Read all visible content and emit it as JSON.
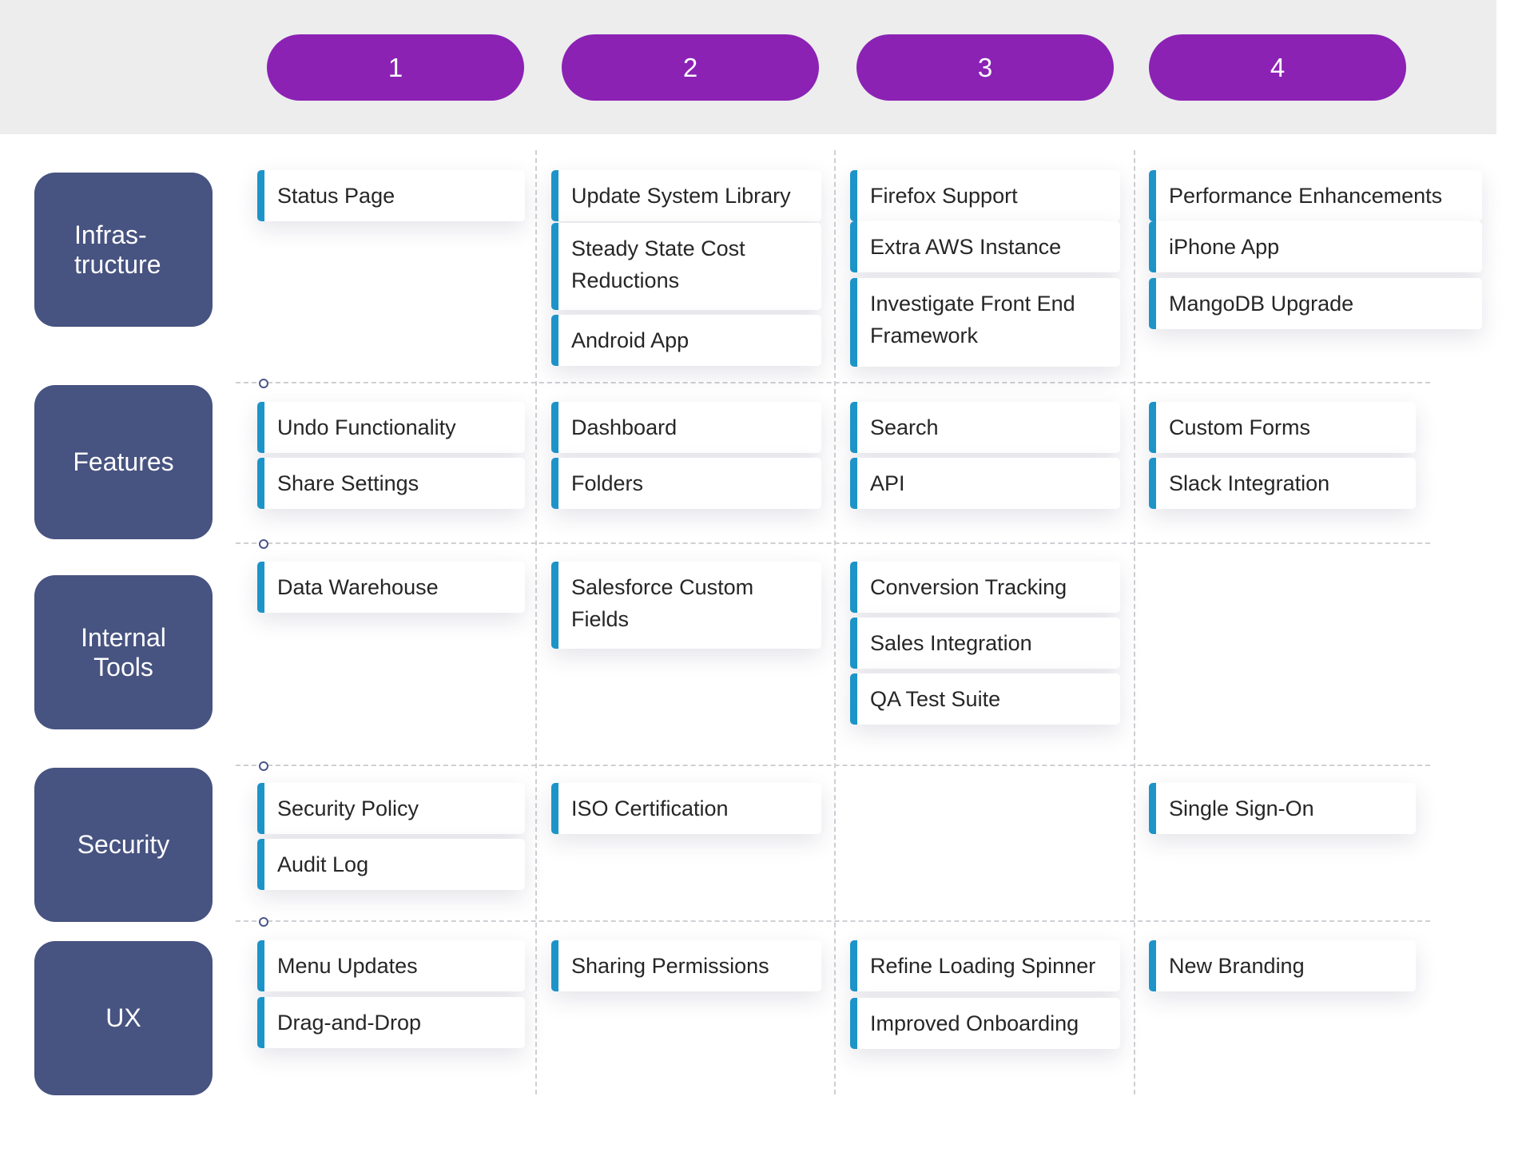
{
  "columns": [
    "1",
    "2",
    "3",
    "4"
  ],
  "rows": [
    {
      "label": "Infras-\ntructure"
    },
    {
      "label": "Features"
    },
    {
      "label": "Internal\nTools"
    },
    {
      "label": "Security"
    },
    {
      "label": "UX"
    }
  ],
  "cards": {
    "infrastructure": {
      "c1": [
        "Status Page"
      ],
      "c2": [
        "Update System Library",
        "Steady State Cost Reductions",
        "Android App"
      ],
      "c3": [
        "Firefox Support",
        "Extra AWS Instance",
        "Investigate Front End Framework"
      ],
      "c4": [
        "Performance Enhancements",
        "iPhone App",
        "MangoDB Upgrade"
      ]
    },
    "features": {
      "c1": [
        "Undo Functionality",
        "Share Settings"
      ],
      "c2": [
        "Dashboard",
        "Folders"
      ],
      "c3": [
        "Search",
        "API"
      ],
      "c4": [
        "Custom Forms",
        "Slack Integration"
      ]
    },
    "internal_tools": {
      "c1": [
        "Data Warehouse"
      ],
      "c2": [
        "Salesforce Custom Fields"
      ],
      "c3": [
        "Conversion Tracking",
        "Sales Integration",
        "QA Test Suite"
      ]
    },
    "security": {
      "c1": [
        "Security Policy",
        "Audit Log"
      ],
      "c2": [
        "ISO Certification"
      ],
      "c4": [
        "Single Sign-On"
      ]
    },
    "ux": {
      "c1": [
        "Menu Updates",
        "Drag-and-Drop"
      ],
      "c2": [
        "Sharing Permissions"
      ],
      "c3": [
        "Refine Loading Spinner",
        "Improved Onboarding"
      ],
      "c4": [
        "New Branding"
      ]
    }
  },
  "colors": {
    "column_pill": "#8b22b4",
    "row_box": "#475380",
    "card_accent": "#1d94c8",
    "header_band": "#ededee"
  }
}
